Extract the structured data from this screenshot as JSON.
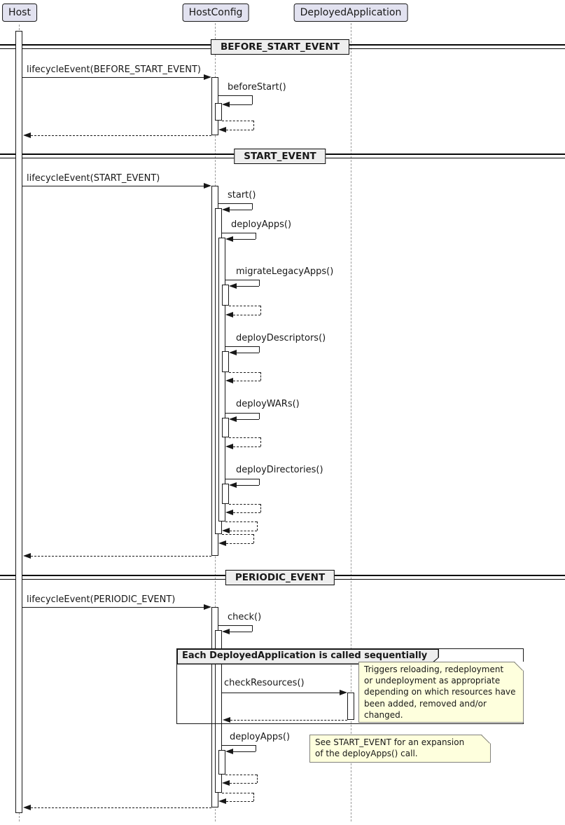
{
  "participants": [
    {
      "name": "Host"
    },
    {
      "name": "HostConfig"
    },
    {
      "name": "DeployedApplication"
    }
  ],
  "dividers": [
    {
      "label": "BEFORE_START_EVENT"
    },
    {
      "label": "START_EVENT"
    },
    {
      "label": "PERIODIC_EVENT"
    }
  ],
  "messages": {
    "lifecycle_before": "lifecycleEvent(BEFORE_START_EVENT)",
    "before_start": "beforeStart()",
    "lifecycle_start": "lifecycleEvent(START_EVENT)",
    "start": "start()",
    "deploy_apps": "deployApps()",
    "migrate_legacy_apps": "migrateLegacyApps()",
    "deploy_descriptors": "deployDescriptors()",
    "deploy_wars": "deployWARs()",
    "deploy_directories": "deployDirectories()",
    "lifecycle_periodic": "lifecycleEvent(PERIODIC_EVENT)",
    "check": "check()",
    "check_resources": "checkResources()",
    "deploy_apps_periodic": "deployApps()"
  },
  "group": {
    "title": "Each DeployedApplication is called sequentially"
  },
  "notes": {
    "note1": "Triggers reloading, redeployment\nor undeployment as appropriate\ndepending on which resources have\nbeen added, removed and/or changed.",
    "note2": "See START_EVENT for an expansion\nof the deployApps() call."
  },
  "colors": {
    "background": "#FFFFFF",
    "border": "#181818",
    "participant_fill": "#E2E2F0",
    "divider_fill": "#EEEEEE",
    "note_fill": "#FEFFDD",
    "note_border": "#82827D",
    "lifeline": "#999999"
  }
}
